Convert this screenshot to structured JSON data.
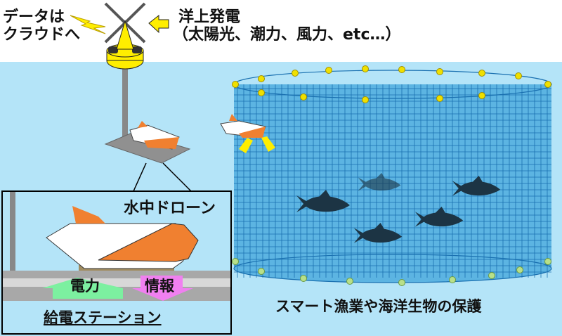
{
  "labels": {
    "cloud_line1": "データは",
    "cloud_line2": "クラウドへ",
    "power_line1": "洋上発電",
    "power_line2": "（太陽光、潮力、風力、etc…）",
    "drone": "水中ドローン",
    "electric": "電力",
    "info": "情報",
    "station": "給電ステーション",
    "protect": "スマート漁業や海洋生物の保護"
  },
  "colors": {
    "sea": "#b4e4f8",
    "net": "#4aa8dc",
    "float_top": "#f0e000",
    "float_bottom": "#b8e08a",
    "drone_orange": "#f08030",
    "fish": "#1c3444",
    "electric_arrow": "#7cf0a0",
    "info_arrow": "#f080f0",
    "yellow": "#ffee00"
  }
}
